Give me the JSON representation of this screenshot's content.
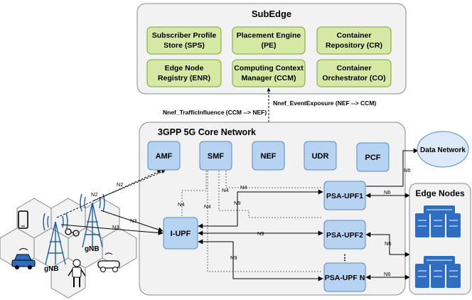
{
  "subedge": {
    "title": "SubEdge",
    "modules": [
      {
        "line1": "Subscriber Profile",
        "line2": "Store (SPS)"
      },
      {
        "line1": "Placement Engine",
        "line2": "(PE)"
      },
      {
        "line1": "Container",
        "line2": "Repository (CR)"
      },
      {
        "line1": "Edge Node",
        "line2": "Registry (ENR)"
      },
      {
        "line1": "Computing Context",
        "line2": "Manager (CCM)"
      },
      {
        "line1": "Container",
        "line2": "Orchestrator (CO)"
      }
    ]
  },
  "interfaces": {
    "event_exposure": "Nnef_EventExposure (NEF --> CCM)",
    "traffic_influence": "Nnef_TrafficInfluence (CCM --> NEF)"
  },
  "core": {
    "title": "3GPP 5G Core Network",
    "functions": [
      "AMF",
      "SMF",
      "NEF",
      "UDR",
      "PCF"
    ],
    "iupf": "I-UPF",
    "psa": [
      "PSA-UPF1",
      "PSA-UPF2",
      "PSA-UPF N"
    ],
    "ellipsis": "⋮"
  },
  "links": {
    "n2_top": "N2",
    "n2_left": "N2",
    "n3_a": "N3",
    "n3_b": "N3",
    "n4_a": "N4",
    "n4_b": "N4",
    "n4_c": "N4",
    "n9_a": "N9",
    "n9_b": "N9",
    "n9_c": "N9",
    "n6_dn": "N6",
    "n6_a": "N6",
    "n6_b": "N6",
    "n6_c": "N6"
  },
  "data_network": "Data Network",
  "edge_nodes": "Edge Nodes",
  "ran": {
    "gnb_left": "gNB",
    "gnb_right": "gNB"
  },
  "colors": {
    "subedge_module_fill": "#d5e8a4",
    "subedge_module_stroke": "#7aa236",
    "core_fill": "#f2f2f2",
    "nf_fill": "#b7d3f2",
    "nf_stroke": "#5a8ac6",
    "server_blue": "#2e6dbf",
    "tower_blue": "#1f5fa8"
  }
}
